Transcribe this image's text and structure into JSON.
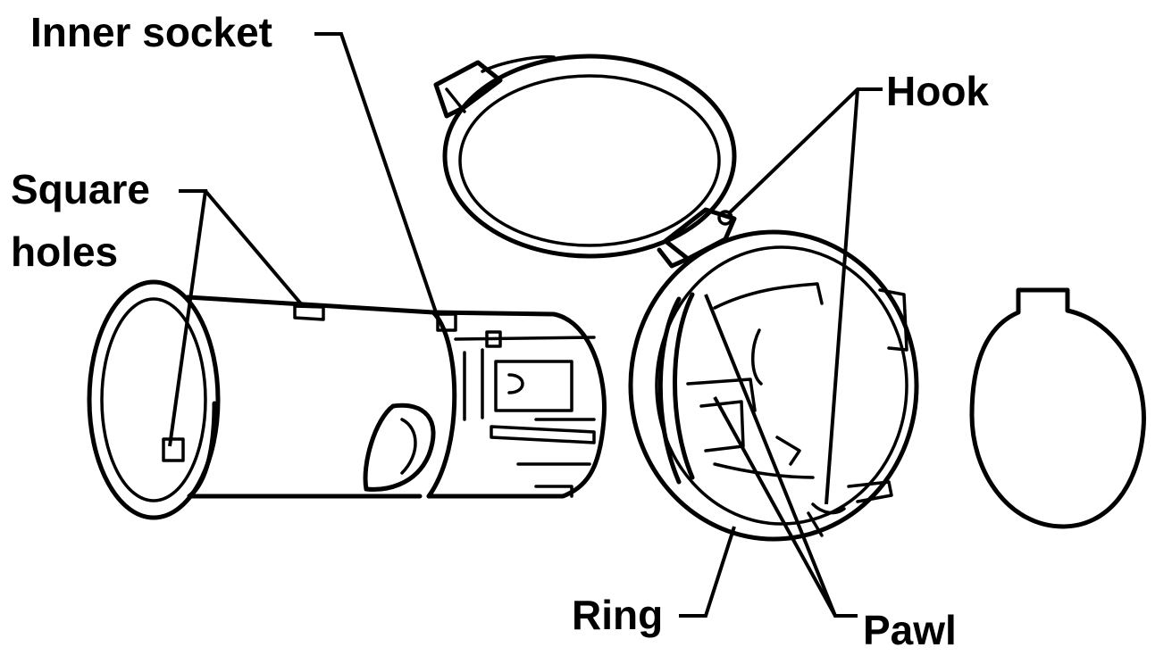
{
  "labels": {
    "inner_socket": "Inner socket",
    "square_holes_line1": "Square",
    "square_holes_line2": "holes",
    "hook": "Hook",
    "ring": "Ring",
    "pawl": "Pawl"
  },
  "colors": {
    "line": "#000000",
    "background": "#ffffff"
  }
}
